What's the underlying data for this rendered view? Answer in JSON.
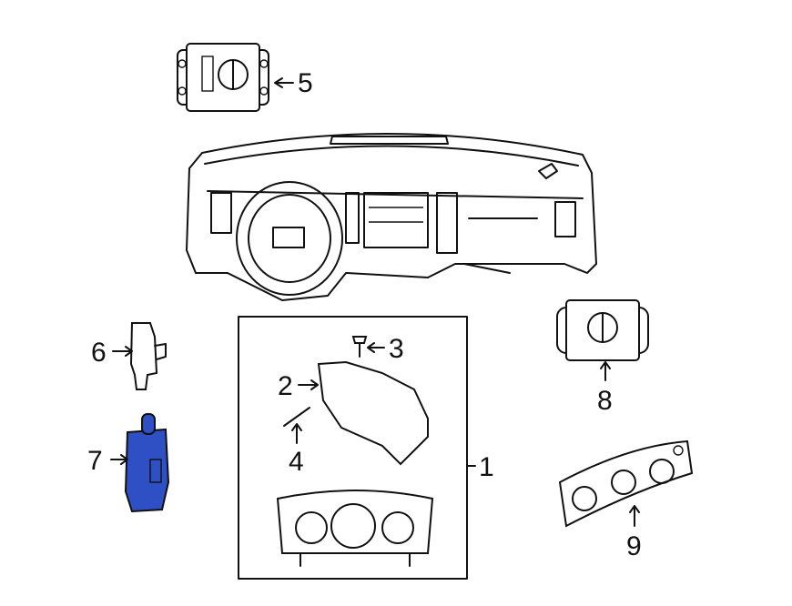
{
  "diagram": {
    "callouts": [
      {
        "id": "1",
        "part": "instrument-cluster-assembly"
      },
      {
        "id": "2",
        "part": "cluster-bezel"
      },
      {
        "id": "3",
        "part": "screw"
      },
      {
        "id": "4",
        "part": "pin"
      },
      {
        "id": "5",
        "part": "headlamp-switch"
      },
      {
        "id": "6",
        "part": "switch-bracket"
      },
      {
        "id": "7",
        "part": "highlighted-switch-module"
      },
      {
        "id": "8",
        "part": "headlamp-switch-panel"
      },
      {
        "id": "9",
        "part": "climate-control-panel"
      }
    ],
    "colors": {
      "highlight": "#2f4fc4",
      "line": "#111111"
    }
  }
}
